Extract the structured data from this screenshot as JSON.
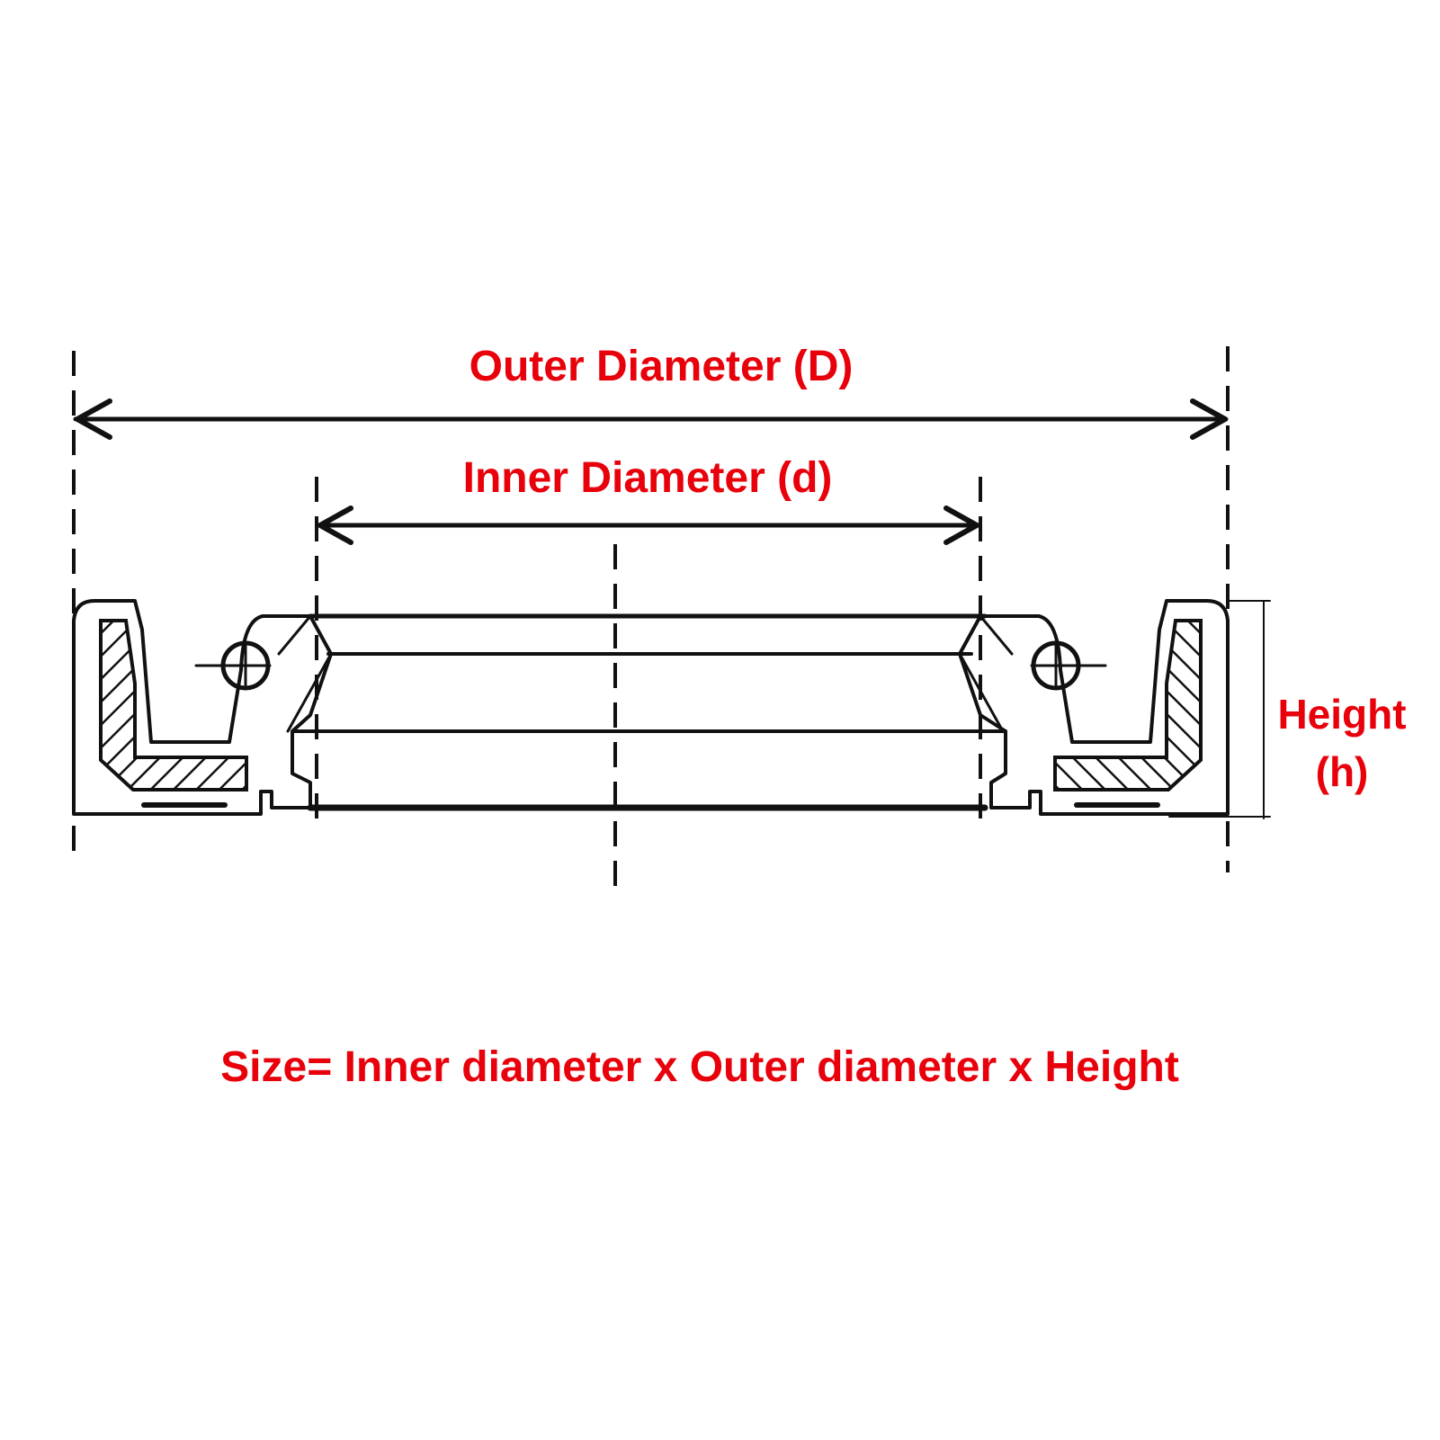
{
  "labels": {
    "outer": "Outer Diameter (D)",
    "inner": "Inner Diameter (d)",
    "height_line1": "Height",
    "height_line2": "(h)",
    "formula": "Size= Inner diameter x Outer diameter x Height"
  },
  "colors": {
    "label": "#e8000b",
    "line": "#111111",
    "background": "#ffffff"
  }
}
